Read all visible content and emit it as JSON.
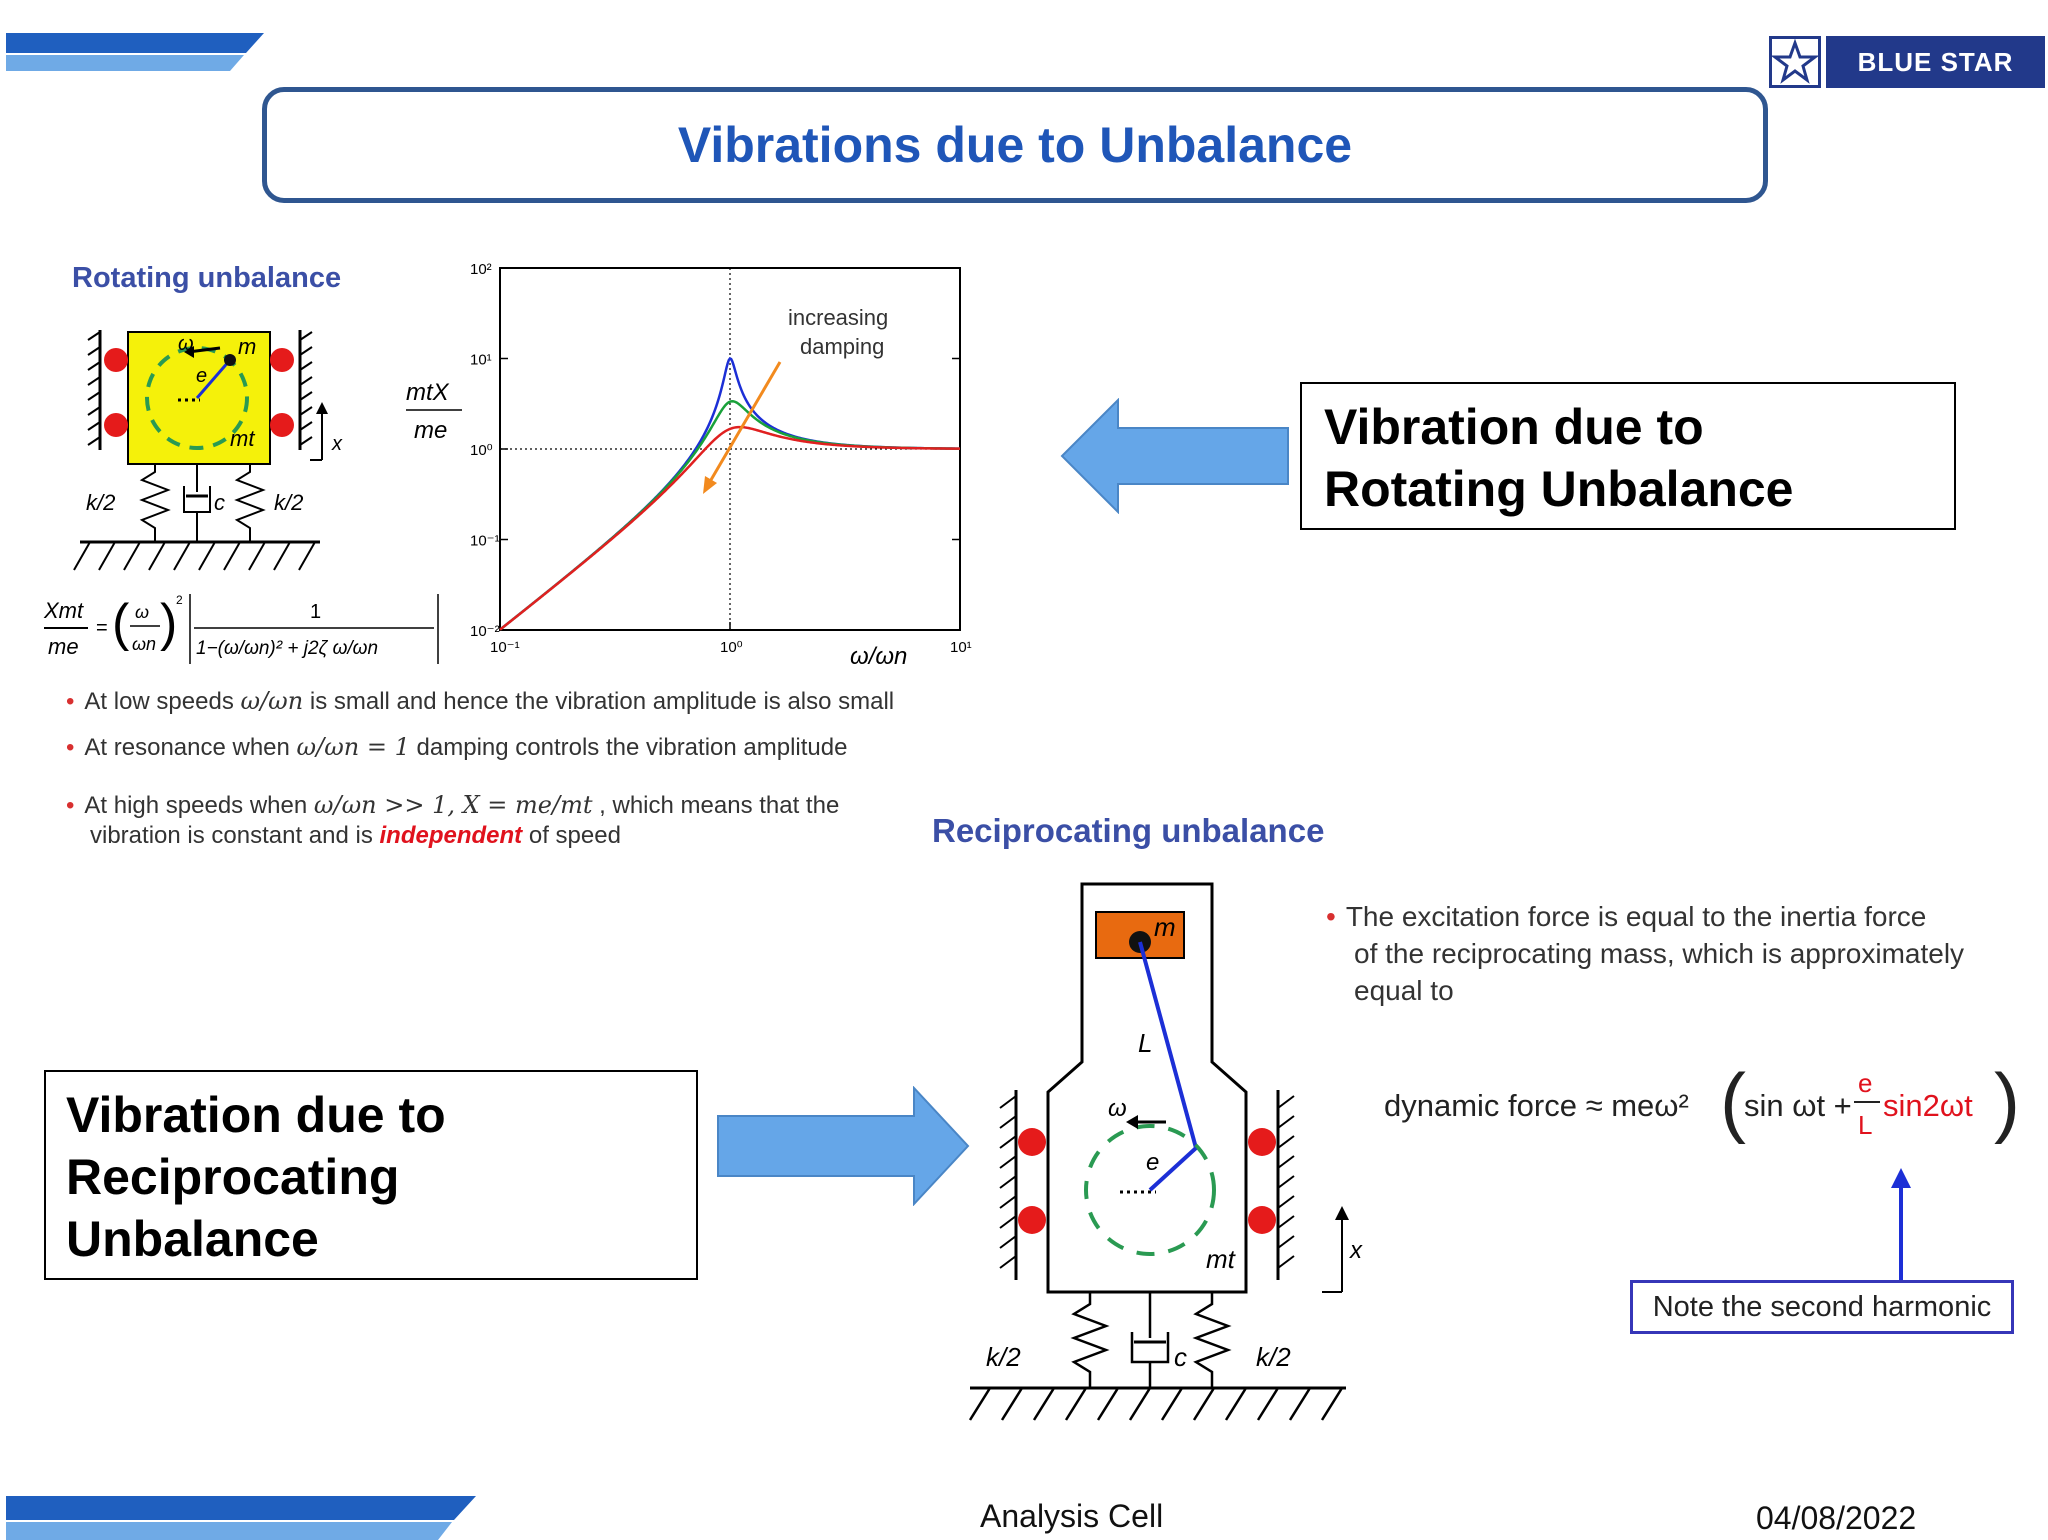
{
  "slide": {
    "title": "Vibrations due to Unbalance",
    "logo_text": "BLUE STAR",
    "logo_icon": "star-icon",
    "accent_color": "#1f56b8",
    "stripe_color": "#1f5fbf"
  },
  "rotating": {
    "heading": "Rotating unbalance",
    "labels": {
      "omega": "ω",
      "m": "m",
      "e": "e",
      "mt": "mt",
      "x": "x",
      "k_left": "k/2",
      "k_right": "k/2",
      "c": "c"
    },
    "formula_lhs_num": "Xmt",
    "formula_lhs_den": "me",
    "formula_ratio_num": "ω",
    "formula_ratio_den": "ωn",
    "formula_one": "1",
    "formula_den": "1−(ω/ωn)² + j2ζ ω/ωn",
    "bullets": [
      {
        "pre": "At low speeds ",
        "math": "ω/ωn",
        "post": " is small and hence the vibration amplitude is also small"
      },
      {
        "pre": "At resonance when ",
        "math": "ω/ωn = 1",
        "post": " damping controls the vibration amplitude"
      },
      {
        "pre": "At high speeds when ",
        "math": "ω/ωn >> 1,  X = me/mt",
        "post": " , which means that the",
        "line2_pre": "vibration is constant and is ",
        "line2_em": "independent",
        "line2_post": " of speed"
      }
    ]
  },
  "chart_data": {
    "type": "line",
    "ylabel_num": "mtX",
    "ylabel_den": "me",
    "xlabel": "ω/ωn",
    "x_scale": "log",
    "y_scale": "log",
    "xlim": [
      0.1,
      10
    ],
    "ylim": [
      0.01,
      100
    ],
    "x_ticks": [
      "10⁻¹",
      "10⁰",
      "10¹"
    ],
    "y_ticks": [
      "10²",
      "10¹",
      "10⁰",
      "10⁻¹",
      "10⁻²"
    ],
    "annotation_line1": "increasing",
    "annotation_line2": "damping",
    "series": [
      {
        "color": "#1c2fd6",
        "zeta": 0.05
      },
      {
        "color": "#19a13a",
        "zeta": 0.15
      },
      {
        "color": "#e02020",
        "zeta": 0.3
      }
    ],
    "arrow_color": "#f28a1e",
    "grid": false
  },
  "callouts": {
    "rotating": [
      "Vibration due to",
      "Rotating Unbalance"
    ],
    "reciprocating": [
      "Vibration due to",
      "Reciprocating",
      "Unbalance"
    ]
  },
  "arrow_color": "#65a6e8",
  "reciprocating": {
    "heading": "Reciprocating unbalance",
    "labels": {
      "m": "m",
      "L": "L",
      "omega": "ω",
      "e": "e",
      "mt": "mt",
      "x": "x",
      "k_left": "k/2",
      "k_right": "k/2",
      "c": "c"
    },
    "bullet_lines": [
      "The excitation force is equal to the inertia force",
      "of the reciprocating mass, which is approximately",
      "equal to"
    ],
    "formula_lhs": "dynamic force ≈ meω²",
    "formula_term1": "sin ωt +",
    "formula_frac_num": "e",
    "formula_frac_den": "L",
    "formula_term2": "sin2ωt",
    "note": "Note the second harmonic"
  },
  "footer": {
    "center": "Analysis Cell",
    "date": "04/08/2022"
  }
}
